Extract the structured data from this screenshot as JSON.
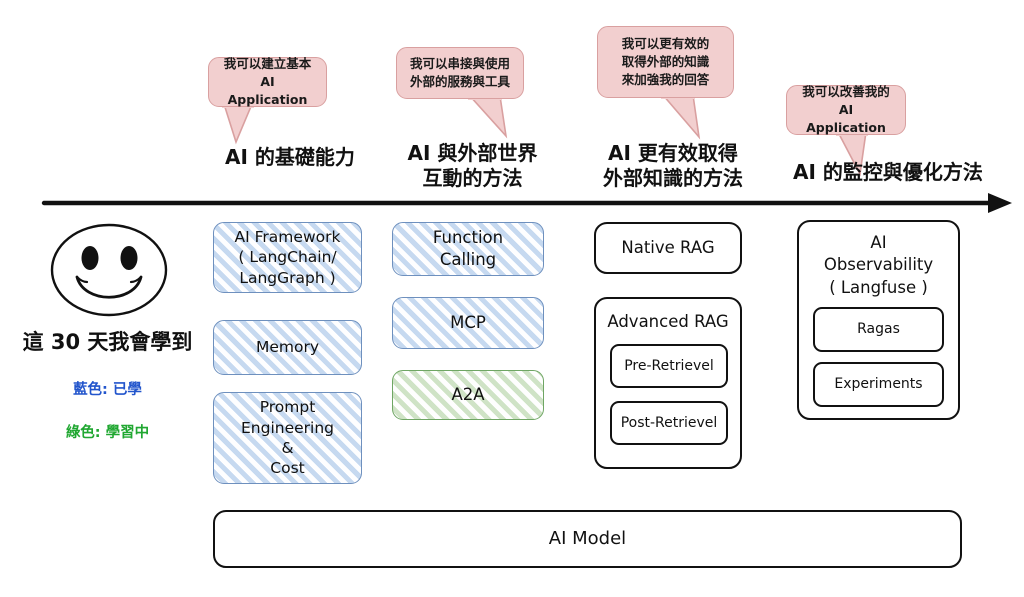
{
  "diagram": {
    "title_left": "這 30 天我會學到",
    "legend": [
      {
        "label": "藍色: 已學",
        "color": "#2255CC"
      },
      {
        "label": "綠色: 學習中",
        "color": "#20A731"
      }
    ],
    "smiley": "smiley-face",
    "axis": "right-arrow-timeline"
  },
  "bubbles": [
    {
      "id": "b1",
      "text": "我可以建立基本\nAI Application"
    },
    {
      "id": "b2",
      "text": "我可以串接與使用\n外部的服務與工具"
    },
    {
      "id": "b3",
      "text": "我可以更有效的\n取得外部的知識\n來加強我的回答"
    },
    {
      "id": "b4",
      "text": "我可以改善我的\nAI Application"
    }
  ],
  "columns": [
    {
      "id": "c1",
      "heading": "AI 的基礎能力",
      "nodes": [
        {
          "label": "AI Framework\n( LangChain/\nLangGraph )",
          "status": "learned"
        },
        {
          "label": "Memory",
          "status": "learned"
        },
        {
          "label": "Prompt\nEngineering\n&\nCost",
          "status": "learned"
        }
      ]
    },
    {
      "id": "c2",
      "heading": "AI 與外部世界\n互動的方法",
      "nodes": [
        {
          "label": "Function\nCalling",
          "status": "learned"
        },
        {
          "label": "MCP",
          "status": "learned"
        },
        {
          "label": "A2A",
          "status": "learning"
        }
      ]
    },
    {
      "id": "c3",
      "heading": "AI 更有效取得\n外部知識的方法",
      "nodes": [
        {
          "label": "Native RAG",
          "status": "plain"
        },
        {
          "label": "Advanced RAG",
          "status": "plain",
          "children": [
            {
              "label": "Pre-Retrievel"
            },
            {
              "label": "Post-Retrievel"
            }
          ]
        }
      ]
    },
    {
      "id": "c4",
      "heading": "AI 的監控與優化方法",
      "nodes": [
        {
          "label": "AI\nObservability\n( Langfuse )",
          "status": "plain",
          "children": [
            {
              "label": "Ragas"
            },
            {
              "label": "Experiments"
            }
          ]
        }
      ]
    }
  ],
  "foundation": {
    "label": "AI Model"
  },
  "colors": {
    "bubble_fill": "#F2CFCF",
    "bubble_border": "#D9A0A0",
    "learned_border": "#6E90BE",
    "learned_hatch": "#C6D9F0",
    "learning_border": "#6FA664",
    "learning_hatch": "#CFE3C6",
    "outline": "#111111"
  }
}
